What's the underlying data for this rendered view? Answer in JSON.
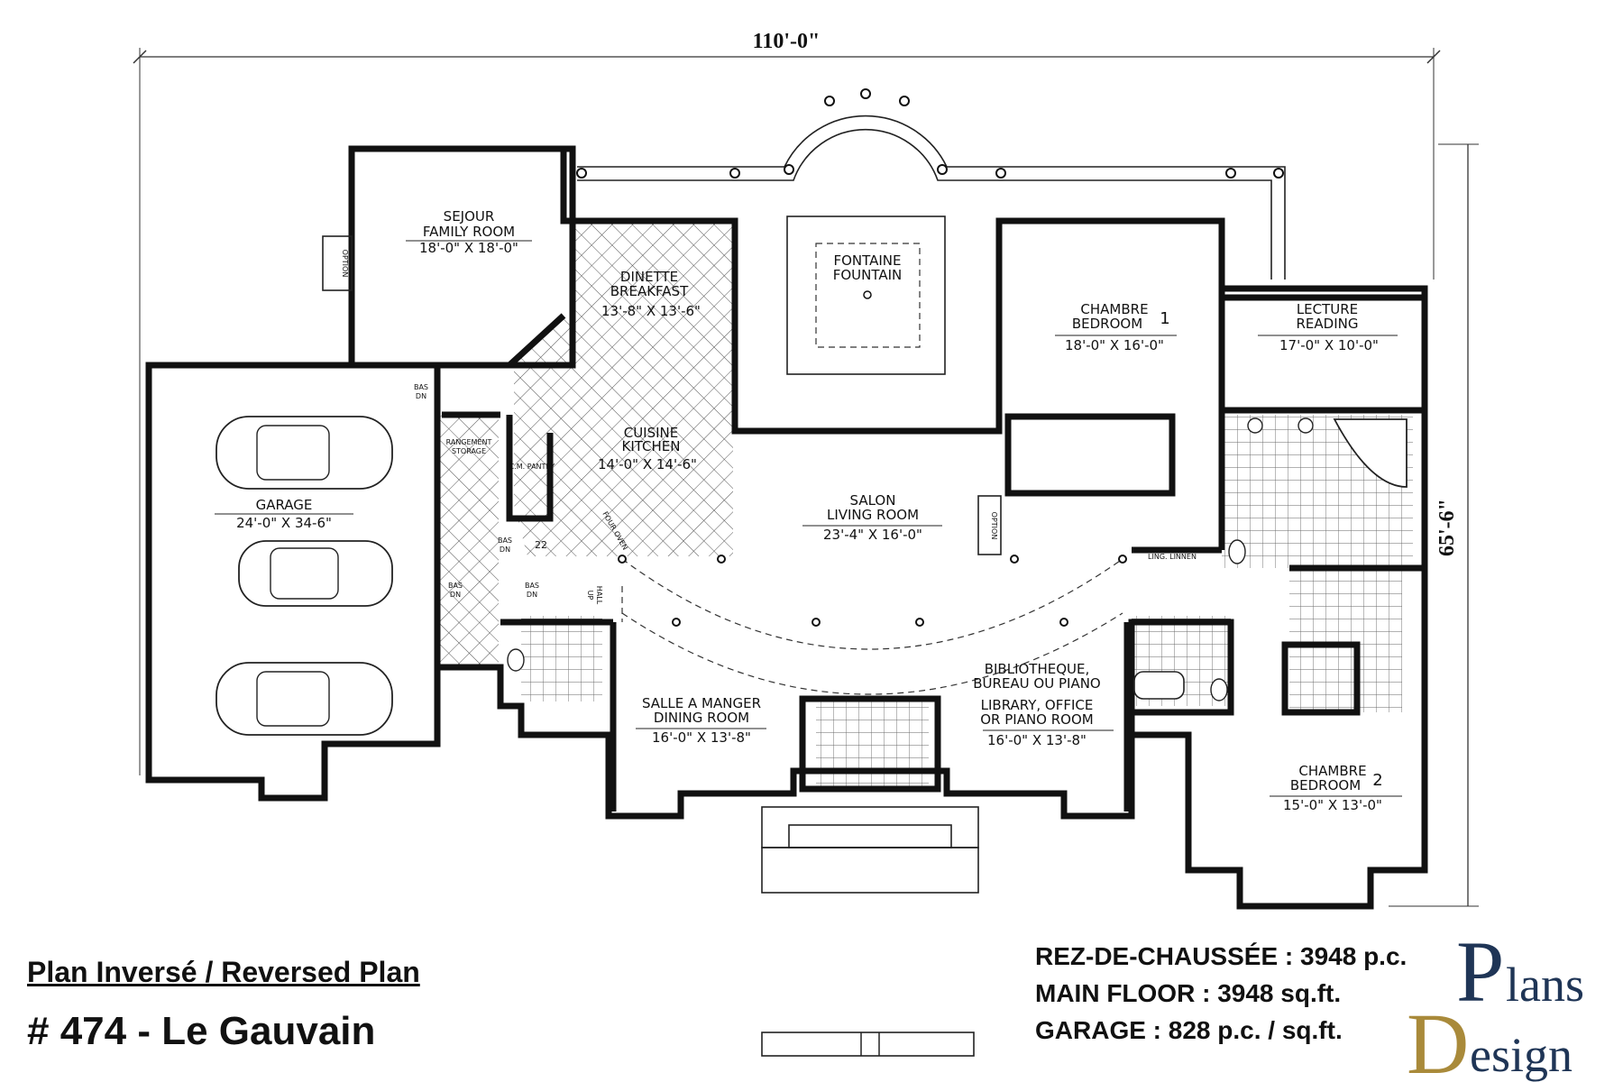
{
  "dimensions": {
    "overall_width": "110'-0\"",
    "overall_depth": "65'-6\""
  },
  "rooms": {
    "family_room": {
      "fr": "SEJOUR",
      "en": "FAMILY ROOM",
      "size": "18'-0\" X 18'-0\""
    },
    "breakfast": {
      "fr": "DINETTE",
      "en": "BREAKFAST",
      "size": "13'-8\" X 13'-6\""
    },
    "kitchen": {
      "fr": "CUISINE",
      "en": "KITCHEN",
      "size": "14'-0\" X 14'-6\""
    },
    "fountain": {
      "fr": "FONTAINE",
      "en": "FOUNTAIN"
    },
    "bedroom1": {
      "fr": "CHAMBRE",
      "en": "BEDROOM",
      "num": "1",
      "size": "18'-0\" X 16'-0\""
    },
    "reading": {
      "fr": "LECTURE",
      "en": "READING",
      "size": "17'-0\" X 10'-0\""
    },
    "garage": {
      "name": "GARAGE",
      "size": "24'-0\" X 34-6\""
    },
    "living": {
      "fr": "SALON",
      "en": "LIVING ROOM",
      "size": "23'-4\" X 16'-0\""
    },
    "dining": {
      "fr": "SALLE A MANGER",
      "en": "DINING ROOM",
      "size": "16'-0\" X 13'-8\""
    },
    "library": {
      "l1": "BIBLIOTHEQUE,",
      "l2": "BUREAU OU PIANO",
      "l3": "LIBRARY, OFFICE",
      "l4": "OR PIANO ROOM",
      "size": "16'-0\" X 13'-8\""
    },
    "bedroom2": {
      "fr": "CHAMBRE",
      "en": "BEDROOM",
      "num": "2",
      "size": "15'-0\" X 13'-0\""
    }
  },
  "small_labels": {
    "option": "OPTION",
    "storage_fr": "RANGEMENT",
    "storage_en": "STORAGE",
    "pantry": "C.M. PANTRY",
    "bas_dn": "BAS",
    "dn": "DN",
    "stairs_count": "22",
    "linen": "LING. LINNEN",
    "hall": "HALL",
    "up": "UP",
    "oven": "FOUR OVEN"
  },
  "footer": {
    "reversed": "Plan Inversé / Reversed Plan",
    "title": "# 474 - Le Gauvain",
    "area_main_fr": "REZ-DE-CHAUSSÉE : 3948 p.c.",
    "area_main_en": "MAIN FLOOR : 3948 sq.ft.",
    "area_garage": "GARAGE : 828 p.c. / sq.ft."
  },
  "logo": {
    "line1": "Plans",
    "line2": "Design",
    "color_primary": "#1f3556",
    "color_accent": "#a98a3a"
  }
}
